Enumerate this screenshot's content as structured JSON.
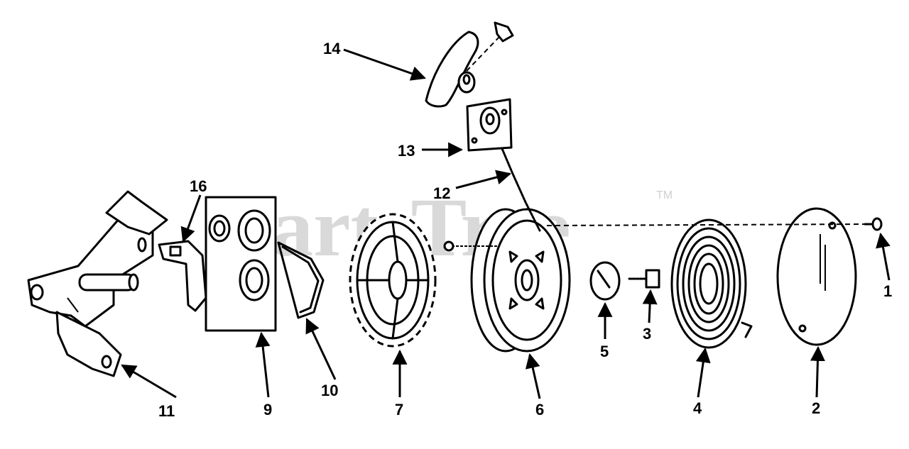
{
  "watermark": {
    "text": "PartsTree",
    "trademark": "TM"
  },
  "callouts": [
    {
      "id": "1",
      "label": "1"
    },
    {
      "id": "2",
      "label": "2"
    },
    {
      "id": "3",
      "label": "3"
    },
    {
      "id": "4",
      "label": "4"
    },
    {
      "id": "5",
      "label": "5"
    },
    {
      "id": "6",
      "label": "6"
    },
    {
      "id": "7",
      "label": "7"
    },
    {
      "id": "9",
      "label": "9"
    },
    {
      "id": "10",
      "label": "10"
    },
    {
      "id": "11",
      "label": "11"
    },
    {
      "id": "12",
      "label": "12"
    },
    {
      "id": "13",
      "label": "13"
    },
    {
      "id": "14",
      "label": "14"
    },
    {
      "id": "16",
      "label": "16"
    }
  ]
}
